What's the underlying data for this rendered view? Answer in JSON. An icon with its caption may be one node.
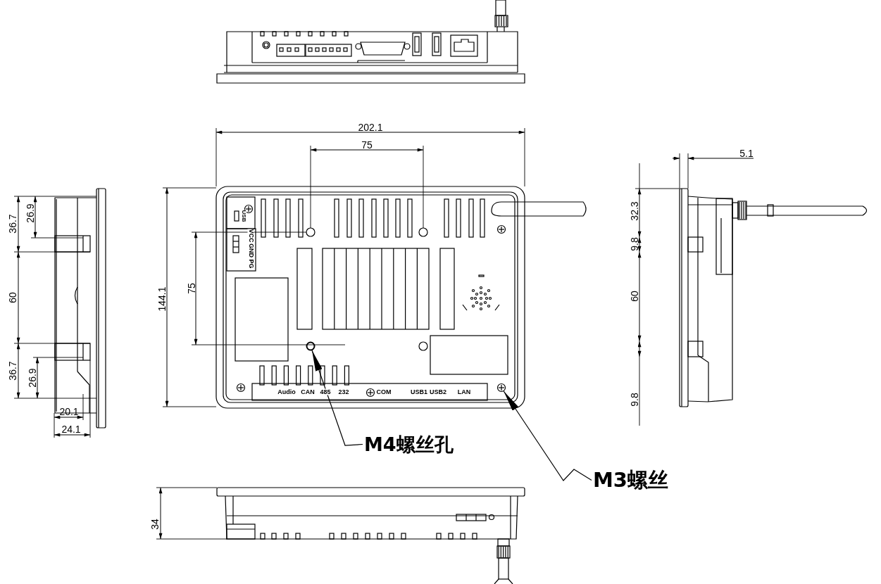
{
  "diagram": {
    "nodes": [
      {
        "text": [
          "M4螺丝孔"
        ]
      },
      {
        "text": [
          "M3螺丝"
        ]
      },
      {
        "text": [],
        "shape": "circle"
      },
      {
        "text": [],
        "shape": "circle"
      }
    ],
    "edges": [
      {
        "from": 0,
        "to": 2,
        "arrow": "to"
      },
      {
        "from": 1,
        "to": 3,
        "arrow": "to"
      }
    ],
    "labels": [
      "202.1",
      "75",
      "5.1",
      "36.7",
      "26.9",
      "32.3",
      "USB",
      "VCC",
      "GND",
      "PG",
      "75",
      "9.8",
      "144.1",
      "60",
      "60",
      "36.7",
      "26.9",
      "Audio",
      "CAN",
      "485",
      "232",
      "COM",
      "USB1",
      "USB2",
      "LAN",
      "9.8",
      "20.1",
      "24.1",
      "34"
    ]
  }
}
